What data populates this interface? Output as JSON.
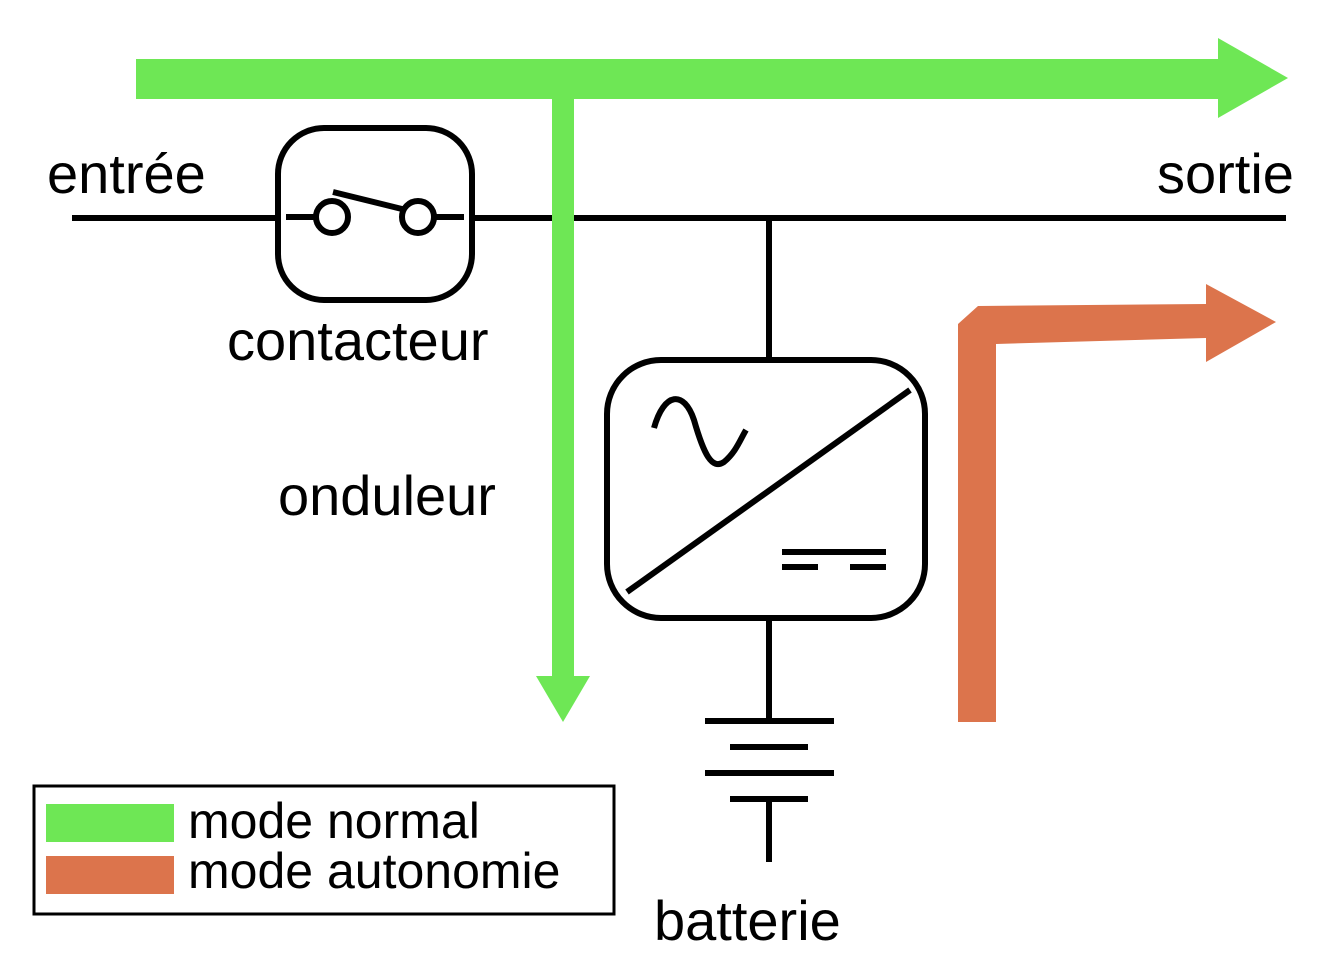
{
  "labels": {
    "input": "entrée",
    "output": "sortie",
    "contactor": "contacteur",
    "inverter": "onduleur",
    "battery": "batterie"
  },
  "legend": [
    {
      "label": "mode normal",
      "color": "#6ee755"
    },
    {
      "label": "mode autonomie",
      "color": "#dc744c"
    }
  ],
  "colors": {
    "normal_flow": "#6ee755",
    "autonomy_flow": "#dc744c",
    "lines": "#000000"
  },
  "icons": [
    "switch-icon",
    "inverter-icon",
    "sine-wave-icon",
    "dc-symbol-icon",
    "battery-icon"
  ]
}
